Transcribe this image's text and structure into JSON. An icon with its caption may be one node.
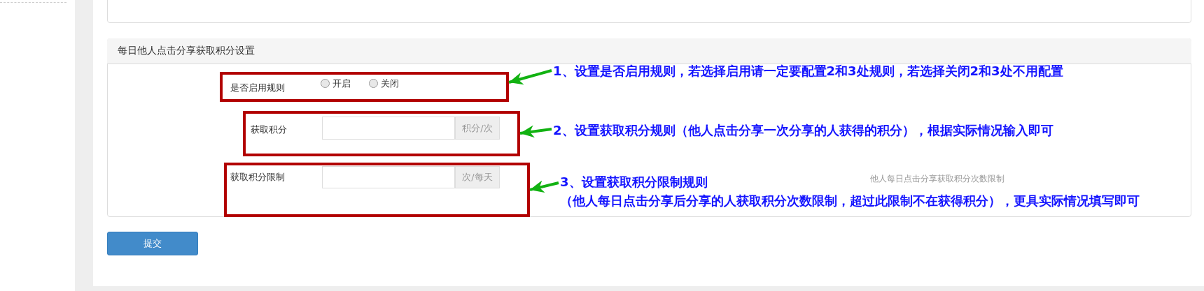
{
  "diagram": {
    "nodes": [
      {
        "text": [
          "是否启用规则",
          "开启",
          "关闭"
        ]
      },
      {
        "text": [
          "1、设置是否启用规则，若选择启用请一定要配置2和3处规则，若选择关闭2和3处不用配置"
        ]
      },
      {
        "text": [
          "获取积分",
          "积分/次"
        ]
      },
      {
        "text": [
          "2、设置获取积分规则（他人点击分享一次分享的人获得的积分），根据实际情况输入即可"
        ]
      },
      {
        "text": [
          "获取积分限制",
          "次/每天"
        ]
      },
      {
        "text": [
          "3、设置获取积分限制规则",
          "（他人每日点击分享后分享的人获取积分次数限制，超过此限制不在获得积分），更具实际情况填写即可"
        ]
      }
    ],
    "edges": [
      {
        "from": 1,
        "to": 0,
        "arrow": "to"
      },
      {
        "from": 3,
        "to": 2,
        "arrow": "to"
      },
      {
        "from": 5,
        "to": 4,
        "arrow": "to"
      }
    ],
    "labels": [
      "每日他人点击分享获取积分设置",
      "他人每日点击分享获取积分次数限制",
      "提交"
    ]
  }
}
